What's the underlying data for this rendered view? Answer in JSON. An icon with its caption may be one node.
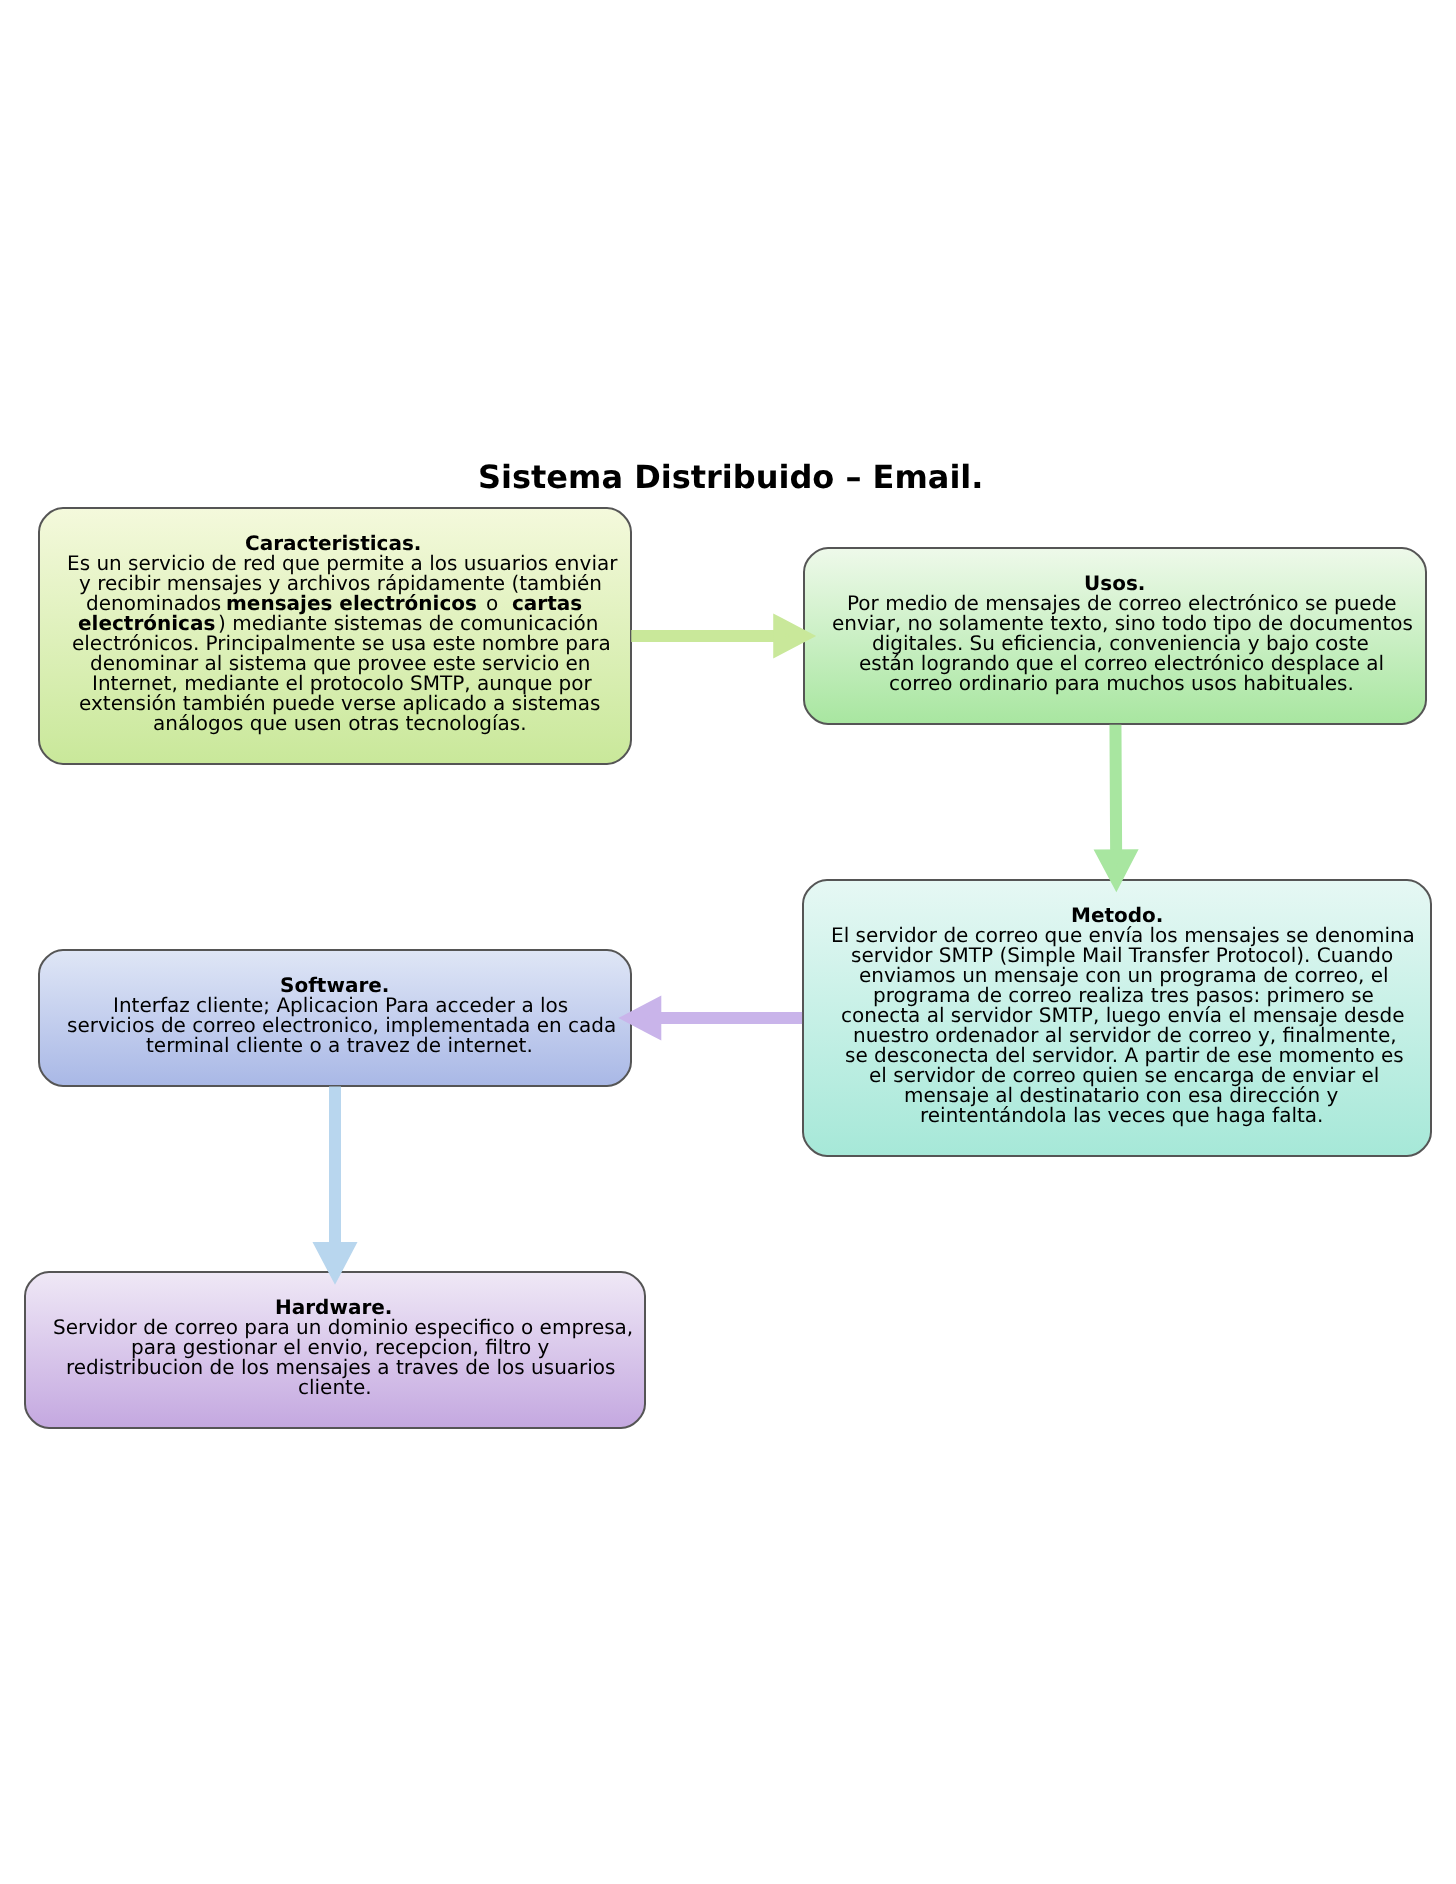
{
  "diagram": {
    "title": "Sistema Distribuido – Email.",
    "nodes": [
      {
        "text": [
          "Caracteristicas.",
          "Es un servicio de red que permite a los usuarios enviar y recibir mensajes y archivos rápidamente (también denominados **mensajes electrónicos** o **cartas electrónicas**) mediante sistemas de comunicación electrónicos. Principalmente se usa este nombre para denominar al sistema que provee este servicio en Internet, mediante el protocolo SMTP, aunque por extensión también puede verse aplicado a sistemas análogos que usen otras tecnologías."
        ]
      },
      {
        "text": [
          "Usos.",
          "Por medio de mensajes de correo electrónico se puede enviar, no solamente texto, sino todo tipo de documentos digitales. Su eficiencia, conveniencia y bajo coste están logrando que el correo electrónico desplace al correo ordinario para muchos usos habituales."
        ]
      },
      {
        "text": [
          "Software.",
          "Interfaz cliente; Aplicacion Para acceder a los servicios de correo electronico, implementada en cada terminal cliente o a travez de internet."
        ]
      },
      {
        "text": [
          "Metodo.",
          "El servidor de correo que envía los mensajes se denomina servidor SMTP (Simple Mail Transfer Protocol). Cuando enviamos un mensaje con un programa de correo, el programa de correo realiza tres pasos: primero se conecta al servidor SMTP, luego envía el mensaje desde nuestro ordenador al servidor de correo y, finalmente, se desconecta del servidor. A partir de ese momento es el servidor de correo quien se encarga de enviar el mensaje al destinatario con esa dirección y reintentándola las veces que haga falta."
        ]
      },
      {
        "text": [
          "Hardware.",
          "Servidor de correo para un dominio especifico o empresa, para gestionar el envio, recepcion, filtro y redistribucion de los mensajes a traves de los usuarios cliente."
        ]
      }
    ],
    "edges": [
      {
        "from": 0,
        "to": 1,
        "arrow": "to"
      },
      {
        "from": 1,
        "to": 3,
        "arrow": "to"
      },
      {
        "from": 3,
        "to": 2,
        "arrow": "to"
      },
      {
        "from": 2,
        "to": 4,
        "arrow": "to"
      }
    ]
  }
}
